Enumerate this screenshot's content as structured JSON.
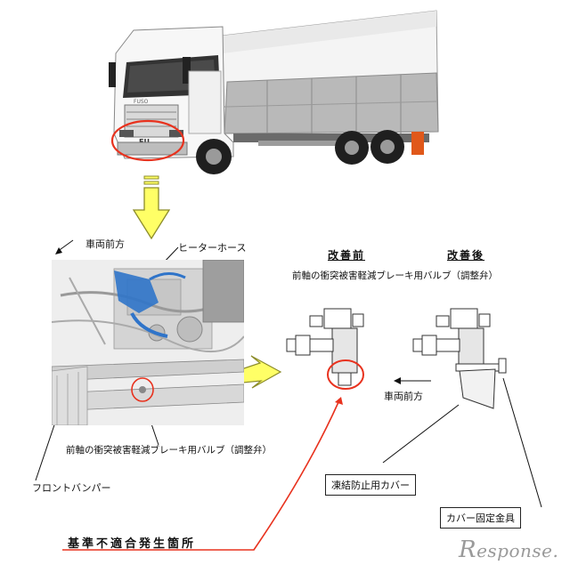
{
  "labels": {
    "forward_direction_top": "車両前方",
    "heater_hose": "ヒーターホース",
    "before": "改善前",
    "after": "改善後",
    "valve_top": "前軸の衝突被害軽減ブレーキ用バルブ（調整弁）",
    "forward_direction_mid": "車両前方",
    "valve_bottom": "前軸の衝突被害軽減ブレーキ用バルブ（調整弁）",
    "front_bumper": "フロントバンパー",
    "antifreeze_cover": "凍結防止用カバー",
    "cover_bracket": "カバー固定金具",
    "nonconformity": "基準不適合発生箇所",
    "truck_badge": "FU",
    "truck_grille_text": "FUSO"
  },
  "brand": {
    "watermark": "Response."
  },
  "colors": {
    "highlight_red": "#e8321e",
    "arrow_yellow": "#ffff66",
    "arrow_yellow_stroke": "#8c8c2a",
    "truck_cab": "#f2f2f2",
    "truck_body": "#bdbdbd",
    "blue_part": "#2f74c9"
  }
}
